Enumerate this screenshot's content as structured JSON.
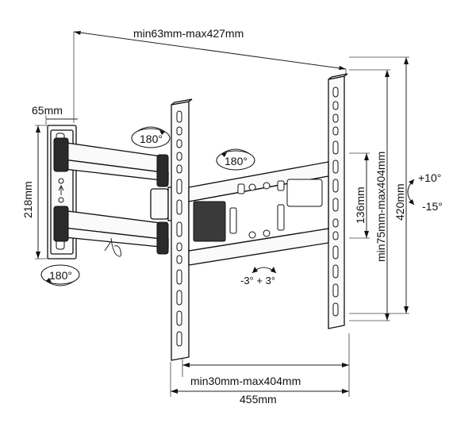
{
  "diagram": {
    "labels": {
      "arm_extension": "min63mm-max427mm",
      "wall_plate_depth": "65mm",
      "wall_plate_height": "218mm",
      "swivel_top_left": "180°",
      "swivel_center": "180°",
      "swivel_bottom_left": "180°",
      "vesa_vertical_small": "136mm",
      "vesa_vertical_range": "min75mm-max404mm",
      "total_height": "420mm",
      "tilt_up": "+10°",
      "tilt_down": "-15°",
      "rotation": "-3° + 3°",
      "vesa_horizontal_range": "min30mm-max404mm",
      "total_width": "455mm"
    },
    "icons": {
      "swivel": "swivel-arrow-icon",
      "tilt": "tilt-arrow-icon",
      "rotation": "rotation-arrow-icon"
    }
  }
}
